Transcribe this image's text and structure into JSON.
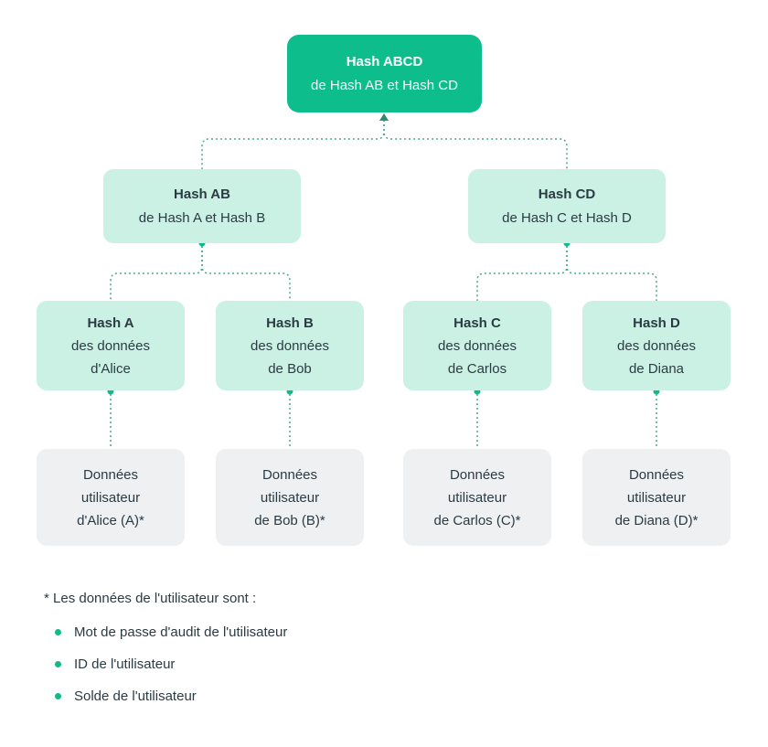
{
  "colors": {
    "root_green": "#0dbd8c",
    "mint": "#cbf1e4",
    "grey": "#eef0f2",
    "text_dark": "#2b3b43",
    "line_teal": "#46a88e",
    "dot_green": "#14b98a",
    "arrow_green": "#2e8a71"
  },
  "tree": {
    "root": {
      "title": "Hash ABCD",
      "subtitle": "de Hash AB et Hash CD"
    },
    "branches": [
      {
        "title": "Hash AB",
        "subtitle": "de Hash A et Hash B"
      },
      {
        "title": "Hash CD",
        "subtitle": "de Hash C et Hash D"
      }
    ],
    "leaves": [
      {
        "title": "Hash A",
        "line2": "des données",
        "line3": "d'Alice"
      },
      {
        "title": "Hash B",
        "line2": "des données",
        "line3": "de Bob"
      },
      {
        "title": "Hash C",
        "line2": "des données",
        "line3": "de Carlos"
      },
      {
        "title": "Hash D",
        "line2": "des données",
        "line3": "de Diana"
      }
    ],
    "data_blocks": [
      {
        "line1": "Données",
        "line2": "utilisateur",
        "line3": "d'Alice (A)*"
      },
      {
        "line1": "Données",
        "line2": "utilisateur",
        "line3": "de Bob (B)*"
      },
      {
        "line1": "Données",
        "line2": "utilisateur",
        "line3": "de Carlos (C)*"
      },
      {
        "line1": "Données",
        "line2": "utilisateur",
        "line3": "de Diana (D)*"
      }
    ]
  },
  "footnote": {
    "intro": "* Les données de l'utilisateur sont :",
    "items": [
      "Mot de passe d'audit de l'utilisateur",
      "ID de l'utilisateur",
      "Solde de l'utilisateur"
    ]
  }
}
